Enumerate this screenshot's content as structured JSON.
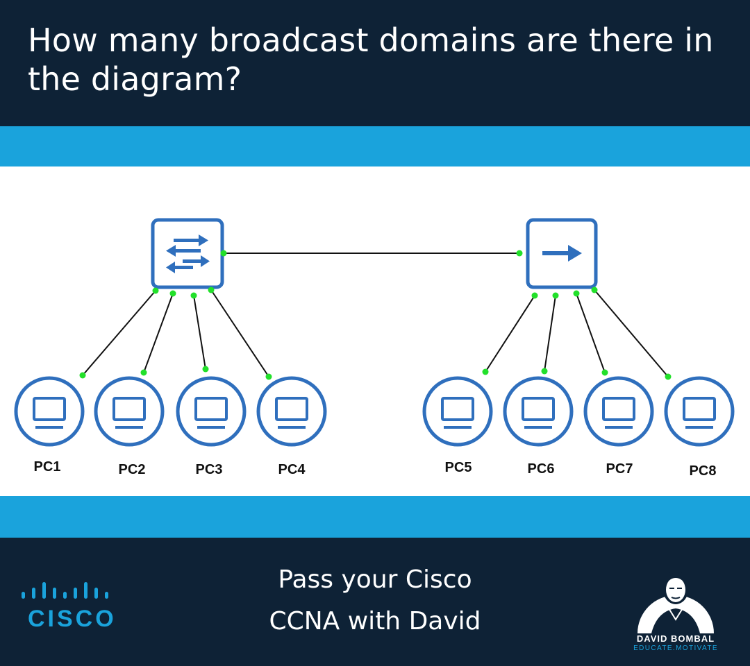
{
  "question": "How many broadcast domains are there in the diagram?",
  "footer": {
    "tagline_line1": "Pass your Cisco",
    "tagline_line2": "CCNA with David",
    "cisco_logo_text": "CISCO",
    "bombal_name": "DAVID BOMBAL",
    "bombal_tagline": "EDUCATE.MOTIVATE"
  },
  "diagram": {
    "devices": [
      {
        "id": "switch",
        "icon": "switch-arrows-icon"
      },
      {
        "id": "hub",
        "icon": "hub-arrow-icon"
      }
    ],
    "pcs": [
      "PC1",
      "PC2",
      "PC3",
      "PC4",
      "PC5",
      "PC6",
      "PC7",
      "PC8"
    ],
    "link_color": "#111111",
    "port_color": "#22e02a",
    "icon_color": "#2f6fbd"
  }
}
